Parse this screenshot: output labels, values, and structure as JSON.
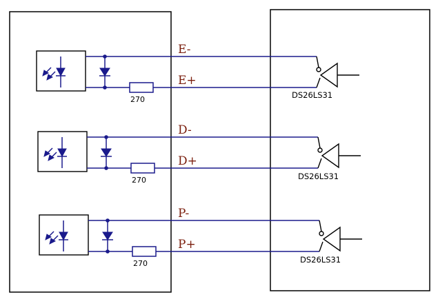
{
  "channels": [
    {
      "neg_label": "E-",
      "pos_label": "E+",
      "resistor_label": "270",
      "receiver_label": "DS26LS31"
    },
    {
      "neg_label": "D-",
      "pos_label": "D+",
      "resistor_label": "270",
      "receiver_label": "DS26LS31"
    },
    {
      "neg_label": "P-",
      "pos_label": "P+",
      "resistor_label": "270",
      "receiver_label": "DS26LS31"
    }
  ],
  "colors": {
    "wire": "#1a1a8c",
    "signal_label": "#7a1d0c",
    "outline": "#000000"
  }
}
